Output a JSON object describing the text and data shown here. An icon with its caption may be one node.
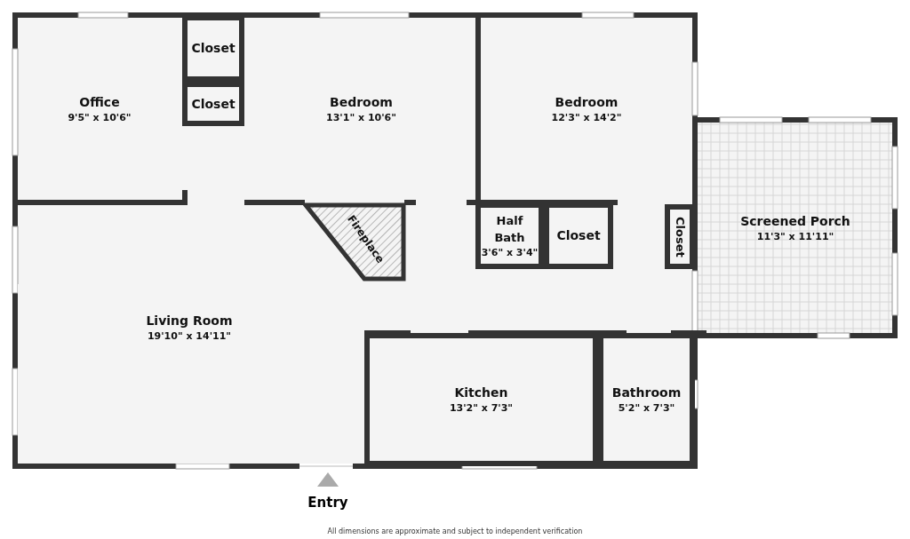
{
  "diagram": {
    "caption": "All dimensions are approximate and subject to independent verification",
    "nodes": [
      {
        "text": [
          "Office",
          "9'5\" x 10'6\""
        ]
      },
      {
        "text": [
          "Closet"
        ]
      },
      {
        "text": [
          "Closet"
        ]
      },
      {
        "text": [
          "Bedroom",
          "13'1\" x 10'6\""
        ]
      },
      {
        "text": [
          "Bedroom",
          "12'3\" x 14'2\""
        ]
      },
      {
        "text": [
          "Screened Porch",
          "11'3\" x 11'11\""
        ]
      },
      {
        "text": [
          "Fireplace"
        ]
      },
      {
        "text": [
          "Half Bath",
          "3'6\" x 3'4\""
        ]
      },
      {
        "text": [
          "Closet"
        ]
      },
      {
        "text": [
          "Closet"
        ]
      },
      {
        "text": [
          "Living Room",
          "19'10\" x 14'11\""
        ]
      },
      {
        "text": [
          "Kitchen",
          "13'2\" x 7'3\""
        ]
      },
      {
        "text": [
          "Bathroom",
          "5'2\" x 7'3\""
        ]
      }
    ],
    "edges": [],
    "labels": [
      "Entry"
    ]
  }
}
